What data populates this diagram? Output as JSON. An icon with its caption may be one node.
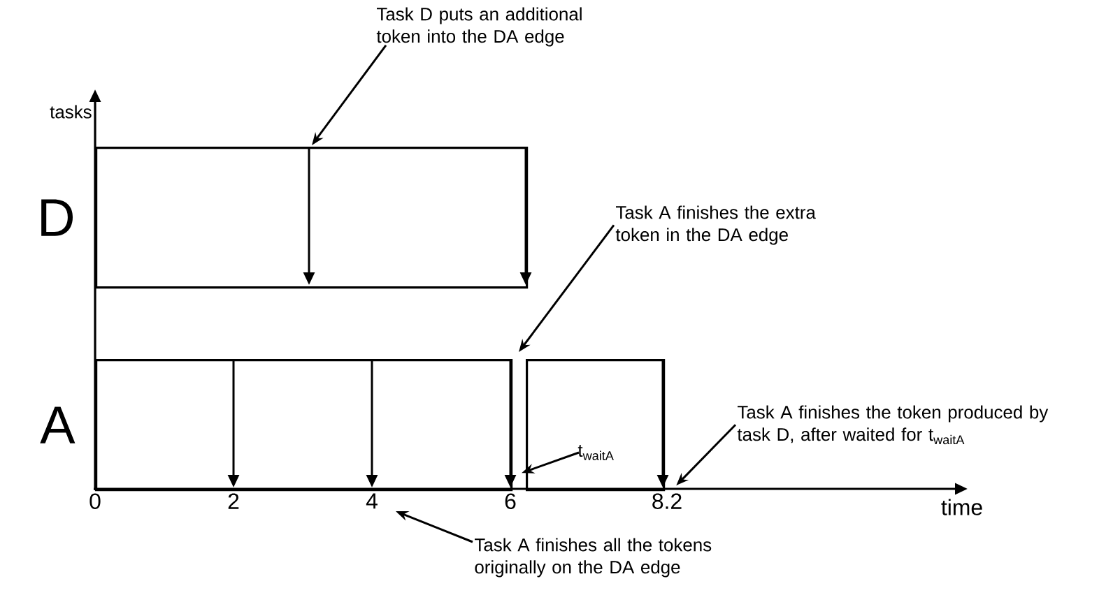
{
  "diagram": {
    "nodes": [
      {
        "text": [
          "D"
        ]
      },
      {
        "text": [
          "A"
        ]
      },
      {
        "text": [],
        "shape": "box"
      },
      {
        "text": [
          "Task D puts an additional token into the DA edge"
        ]
      },
      {
        "text": [
          "Task A finishes the extra token in the DA edge"
        ]
      },
      {
        "text": [
          "t$_{waitA}$"
        ],
        "in": 2
      },
      {
        "text": [
          "Task A finishes the token produced by task D, after waited for t$_{waitA}$"
        ]
      },
      {
        "text": [
          "Task A finishes all the tokens originally on the DA edge"
        ]
      }
    ],
    "edges": [
      {
        "from": 3,
        "to": 0,
        "arrow": "to"
      },
      {
        "from": 4,
        "to": 2,
        "arrow": "to"
      },
      {
        "from": 5,
        "to": 2,
        "arrow": "to"
      },
      {
        "from": 6,
        "to": 2,
        "arrow": "to"
      },
      {
        "from": 7,
        "to": null,
        "arrow": "to"
      }
    ],
    "labels": [
      "tasks",
      "0",
      "2",
      "4",
      "6",
      "8.2",
      "time"
    ]
  }
}
